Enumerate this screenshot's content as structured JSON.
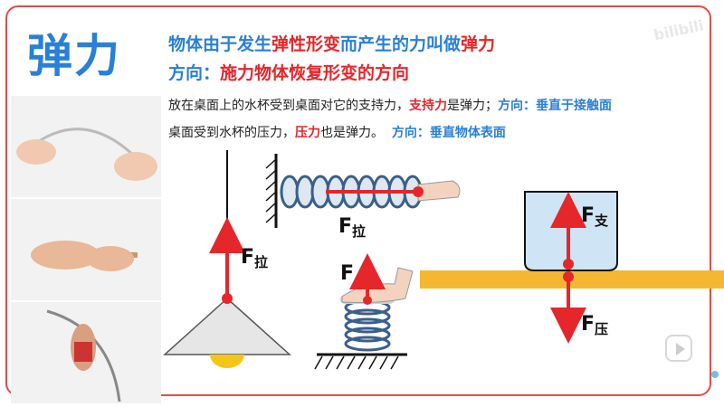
{
  "title": "弹力",
  "definition": {
    "part1": "物体由于发生",
    "highlight1": "弹性形变",
    "part2": "而产生的力叫做",
    "highlight2": "弹力"
  },
  "direction": {
    "prefix": "方向：",
    "text": "施力物体恢复形变的方向"
  },
  "line1": {
    "text1": "放在桌面上的水杯受到桌面对它的支持力，",
    "red": "支持力",
    "text2": "是弹力；",
    "blue": "方向：垂直于接触面"
  },
  "line2": {
    "text1": "桌面受到水杯的压力，",
    "red": "压力",
    "text2": "也是弹力。",
    "blue": "方向：垂直物体表面"
  },
  "labels": {
    "lamp": {
      "main": "F",
      "sub": "拉"
    },
    "spring": {
      "main": "F",
      "sub": "拉"
    },
    "press": {
      "main": "F"
    },
    "support": {
      "main": "F",
      "sub": "支"
    },
    "pressure": {
      "main": "F",
      "sub": "压"
    }
  },
  "watermark": "bilibili",
  "colors": {
    "title_blue": "#2a7fd6",
    "accent_red": "#e5262b",
    "table": "#f5b731",
    "cup": "#cfe4f5",
    "spring": "#3a5f8a"
  }
}
